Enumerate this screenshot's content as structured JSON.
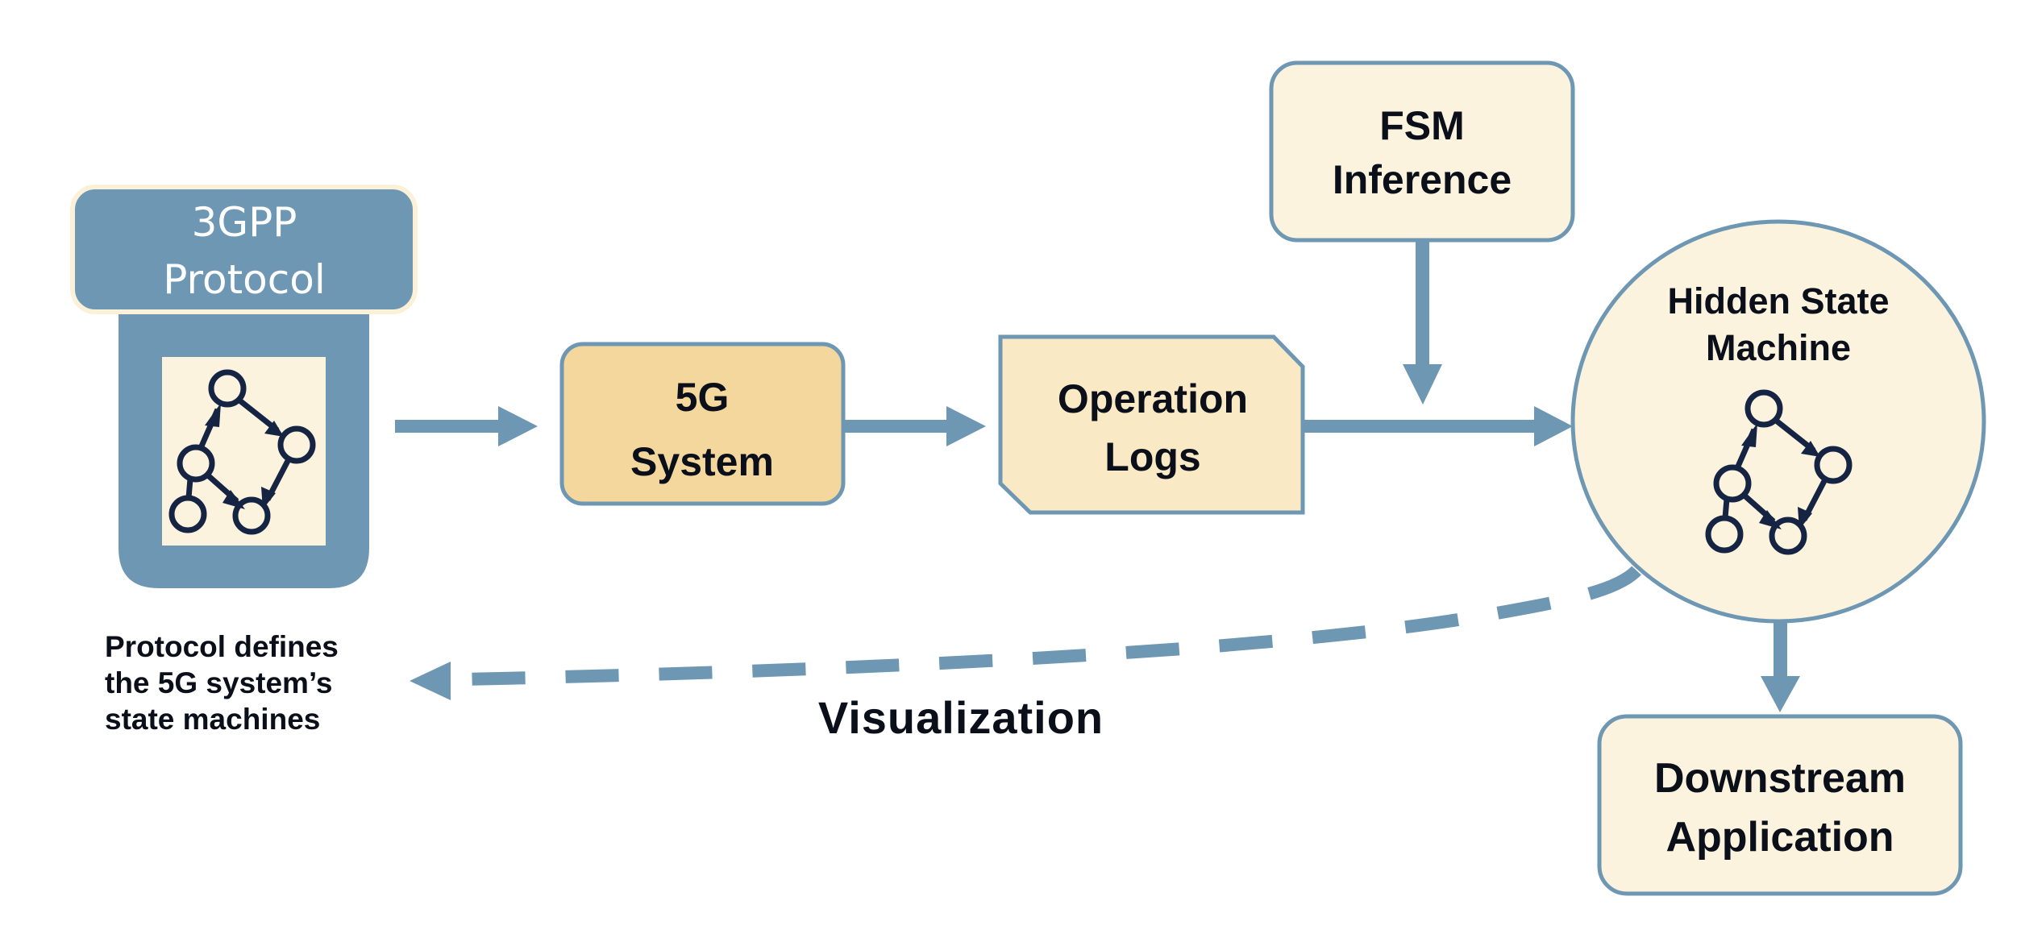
{
  "colors": {
    "accent": "#6E97B4",
    "box_cream": "#FBF3DD",
    "box_tan": "#F3D79C",
    "box_logs": "#F9E9C4",
    "text": "#0A0F1A",
    "graph_ink": "#162443"
  },
  "protocol": {
    "title_line1": "3GPP",
    "title_line2": "Protocol",
    "icon": "state-graph-icon",
    "caption_lines": [
      "Protocol defines",
      "the 5G system’s",
      "state machines"
    ]
  },
  "system_box": {
    "line1": "5G",
    "line2": "System"
  },
  "logs_box": {
    "line1": "Operation",
    "line2": "Logs"
  },
  "fsm_box": {
    "line1": "FSM",
    "line2": "Inference"
  },
  "hidden_sm": {
    "line1": "Hidden State",
    "line2": "Machine",
    "icon": "state-graph-icon"
  },
  "downstream_box": {
    "line1": "Downstream",
    "line2": "Application"
  },
  "feedback": {
    "label": "Visualization",
    "style": "dashed"
  },
  "edges": [
    {
      "from": "3GPP Protocol",
      "to": "5G System"
    },
    {
      "from": "5G System",
      "to": "Operation Logs"
    },
    {
      "from": "Operation Logs",
      "to": "Hidden State Machine"
    },
    {
      "from": "FSM Inference",
      "to": "Operation Logs → Hidden State Machine edge"
    },
    {
      "from": "Hidden State Machine",
      "to": "Downstream Application"
    },
    {
      "from": "Hidden State Machine",
      "to": "Protocol caption",
      "label": "Visualization",
      "dashed": true
    }
  ]
}
